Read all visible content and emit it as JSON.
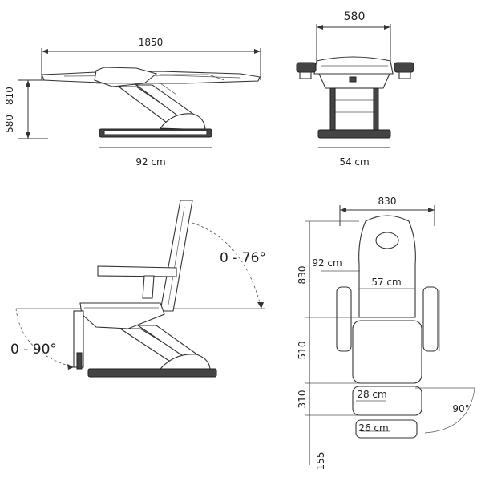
{
  "views": {
    "side": {
      "length": "1850",
      "height": "580 - 810",
      "base": "92 cm"
    },
    "front": {
      "width": "580",
      "base": "54 cm"
    },
    "seated": {
      "back_angle": "0 - 76°",
      "leg_angle": "0 - 90°"
    },
    "top": {
      "total_width": "830",
      "back_width": "92 cm",
      "back_length": "830",
      "arm_span": "57 cm",
      "seat_length": "510",
      "leg_length": "310",
      "leg_width": "28 cm",
      "foot_length": "155",
      "foot_width": "26 cm",
      "rotation": "90°"
    }
  },
  "colors": {
    "stroke": "#333333",
    "accent": "#444444"
  }
}
